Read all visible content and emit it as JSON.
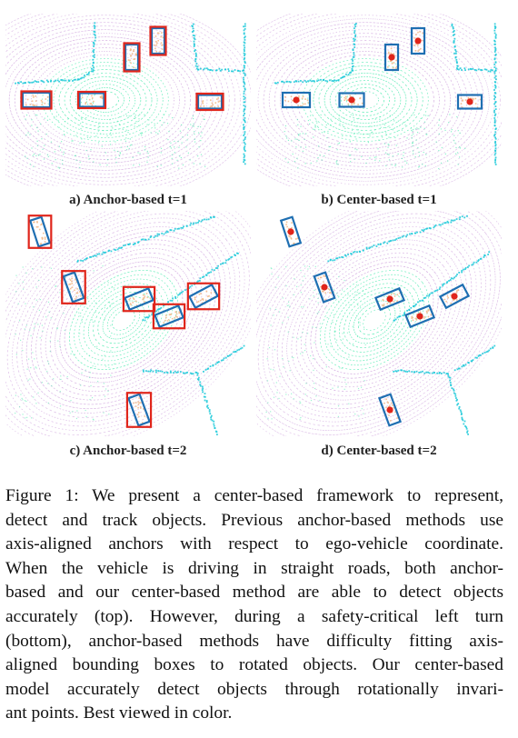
{
  "figure": {
    "panels": [
      {
        "id": "a",
        "subcaption": "a) Anchor-based t=1",
        "method": "anchor",
        "time": "t=1"
      },
      {
        "id": "b",
        "subcaption": "b) Center-based t=1",
        "method": "center",
        "time": "t=1"
      },
      {
        "id": "c",
        "subcaption": "c) Anchor-based t=2",
        "method": "anchor",
        "time": "t=2"
      },
      {
        "id": "d",
        "subcaption": "d) Center-based t=2",
        "method": "center",
        "time": "t=2"
      }
    ],
    "caption_lines": [
      "Figure 1: We present a center-based framework to represent,",
      "detect and track objects. Previous anchor-based methods use",
      "axis-aligned anchors with respect to ego-vehicle coordinate.",
      "When the vehicle is driving in straight roads, both anchor-",
      "based and our center-based method are able to detect objects",
      "accurately (top). However, during a safety-critical left turn",
      "(bottom), anchor-based methods have difficulty fitting axis-",
      "aligned bounding boxes to rotated objects. Our center-based",
      "model accurately detect objects through rotationally invari-",
      "ant points. Best viewed in color."
    ],
    "colors": {
      "anchor_box": "#e0251b",
      "object_box": "#1f6fb2",
      "center_point": "#e0251b",
      "lidar_near": "#3ee8a8",
      "lidar_ring": "#c58fd6",
      "lidar_edge": "#18c8d8",
      "object_fill": "#f2b98a"
    }
  }
}
